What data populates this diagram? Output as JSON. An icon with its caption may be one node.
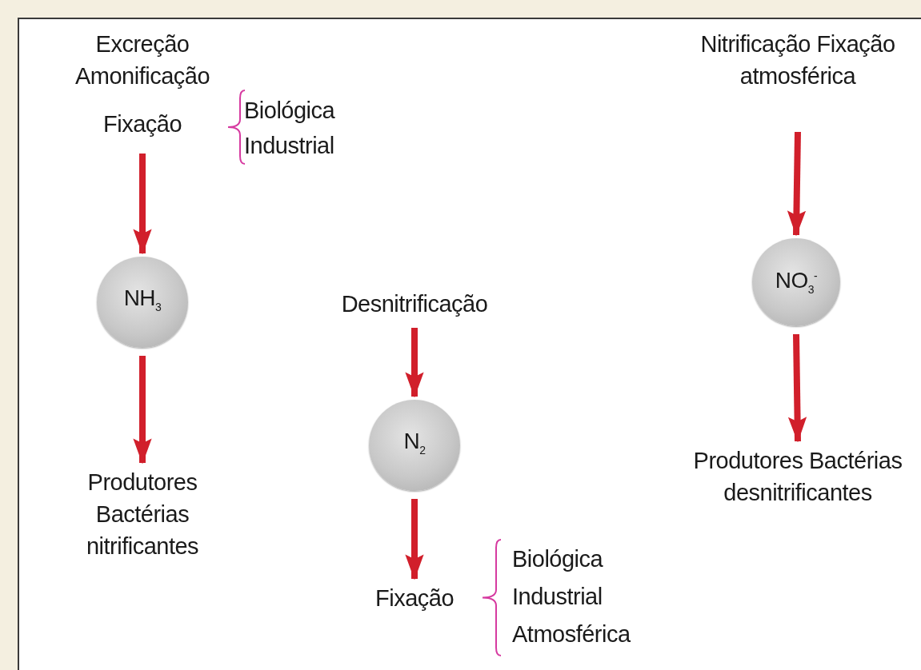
{
  "diagram": {
    "nodes": [
      {
        "text": [
          "Excreção Amonificação",
          "Fixação"
        ],
        "beside": [
          "Biológica",
          "Industrial"
        ]
      },
      {
        "text": [
          "NH$_{3}$"
        ]
      },
      {
        "text": [
          "Produtores Bactérias nitrificantes"
        ]
      },
      {
        "text": [
          "Desnitrificação"
        ]
      },
      {
        "text": [
          "N$_{2}$"
        ]
      },
      {
        "text": [
          "Fixação"
        ],
        "beside": [
          "Biológica",
          "Industrial",
          "Atmosférica"
        ]
      },
      {
        "text": [
          "Nitrificação Fixação atmosférica"
        ]
      },
      {
        "text": [
          "NO$_{3}$$^{-}$"
        ]
      },
      {
        "text": [
          "Produtores Bactérias desnitrificantes"
        ]
      }
    ],
    "edges": [
      {
        "from": 0,
        "to": 1,
        "arrow": "to"
      },
      {
        "from": 1,
        "to": 2,
        "arrow": "to"
      },
      {
        "from": 3,
        "to": 4,
        "arrow": "to"
      },
      {
        "from": 4,
        "to": 5,
        "arrow": "to"
      },
      {
        "from": 6,
        "to": 7,
        "arrow": "to"
      },
      {
        "from": 7,
        "to": 8,
        "arrow": "to"
      }
    ]
  }
}
